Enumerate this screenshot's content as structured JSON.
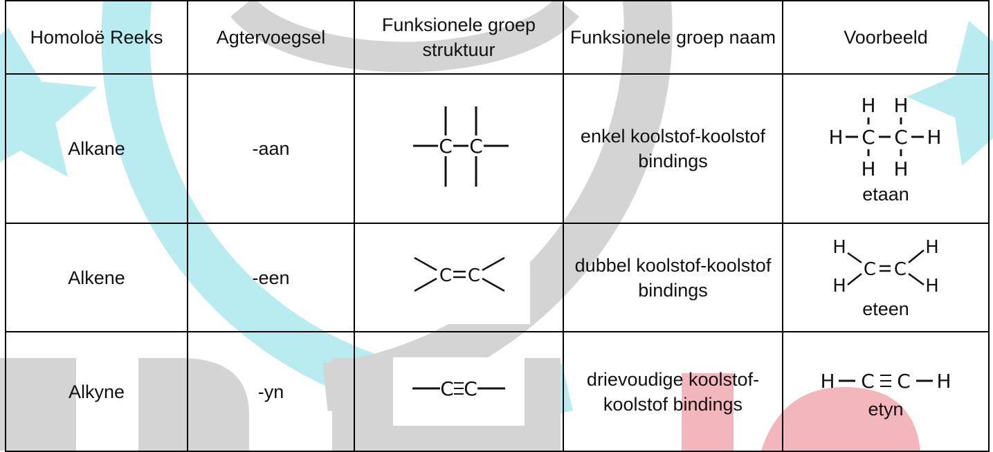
{
  "watermark_colors": {
    "cyan": "#b8ecf0",
    "grey": "#d4d4d4",
    "red": "#f4b6bd"
  },
  "table": {
    "headers": [
      "Homoloë Reeks",
      "Agtervoegsel",
      "Funksionele groep struktuur",
      "Funksionele groep naam",
      "Voorbeeld"
    ],
    "rows": [
      {
        "series": "Alkane",
        "suffix": "-aan",
        "structure_icon": "single-bond-structure-icon",
        "group_name": "enkel koolstof-koolstof bindings",
        "example_name": "etaan",
        "example_icon": "ethane-structure-icon",
        "example_atoms": {
          "h": "H",
          "c": "C"
        }
      },
      {
        "series": "Alkene",
        "suffix": "-een",
        "structure_icon": "double-bond-structure-icon",
        "group_name": "dubbel koolstof-koolstof bindings",
        "example_name": "eteen",
        "example_icon": "ethene-structure-icon",
        "example_atoms": {
          "h": "H",
          "c": "C"
        }
      },
      {
        "series": "Alkyne",
        "suffix": "-yn",
        "structure_icon": "triple-bond-structure-icon",
        "group_name": "drievoudige koolstof-koolstof bindings",
        "example_name": "etyn",
        "example_icon": "ethyne-structure-icon",
        "example_atoms": {
          "h": "H",
          "c": "C"
        }
      }
    ]
  }
}
